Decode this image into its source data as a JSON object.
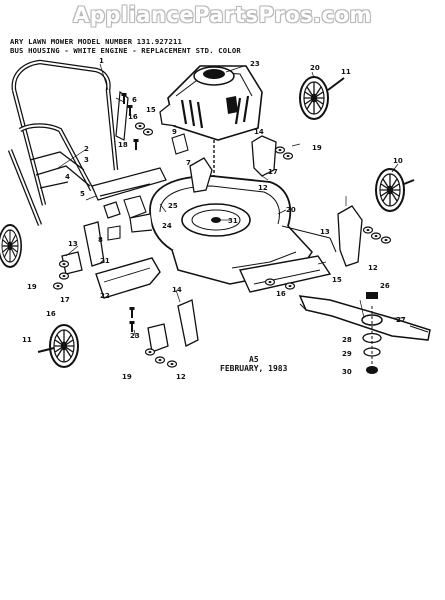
{
  "watermark": "AppliancePartsPros.com",
  "header": {
    "line1": "ARY LAWN MOWER MODEL NUMBER 131.927211",
    "line2": "BUS HOUSING - WHITE ENGINE - REPLACEMENT STD. COLOR"
  },
  "stamp": {
    "code": "A5",
    "date": "FEBRUARY, 1983"
  },
  "callouts": [
    "1",
    "2",
    "3",
    "4",
    "5",
    "6",
    "7",
    "8",
    "9",
    "10",
    "11",
    "12",
    "13",
    "14",
    "15",
    "16",
    "17",
    "18",
    "19",
    "20",
    "21",
    "22",
    "23",
    "24",
    "25",
    "26",
    "27",
    "28",
    "29",
    "30",
    "31"
  ],
  "icons": {
    "wheel": "wheel-icon",
    "engine": "engine-icon",
    "deck": "mower-deck-icon",
    "blade": "blade-icon",
    "handle": "handle-icon"
  },
  "colors": {
    "ink": "#111111",
    "paper": "#ffffff",
    "watermark_outline": "#b8b8b8"
  }
}
